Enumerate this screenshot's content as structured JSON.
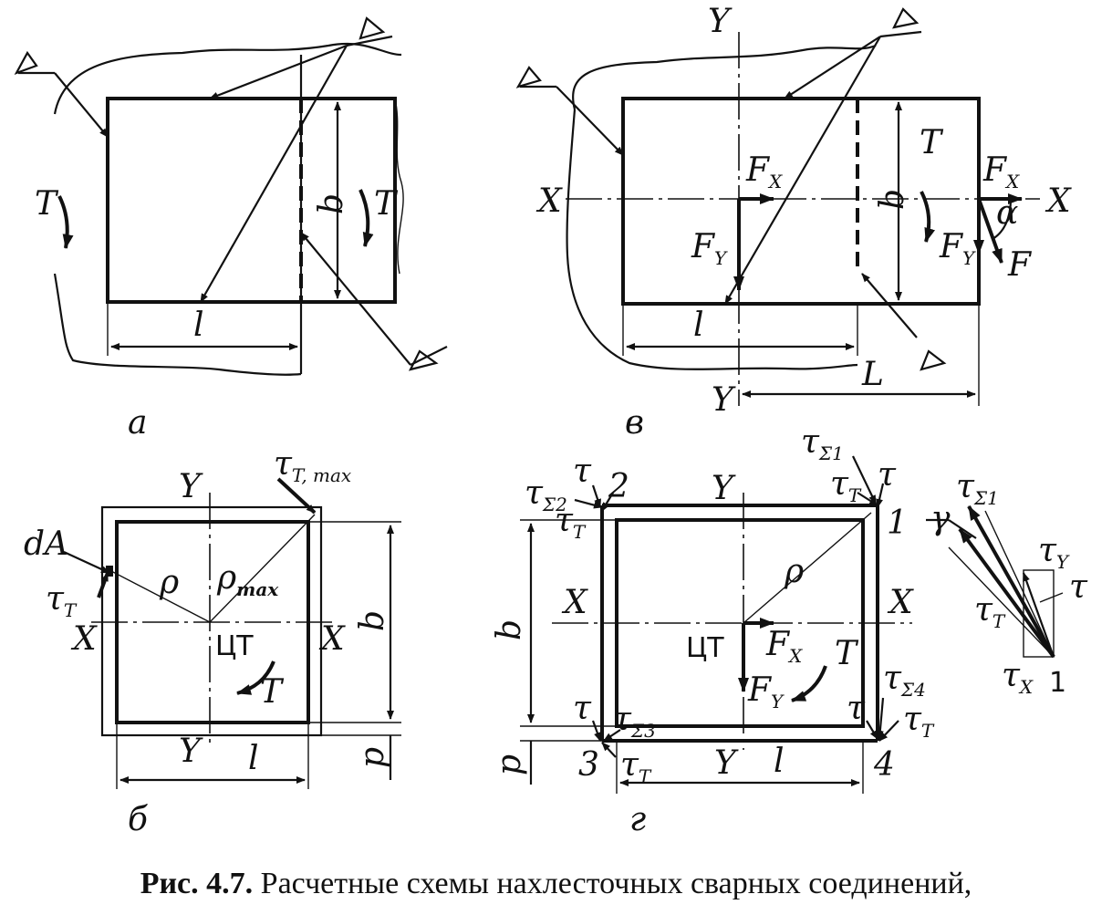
{
  "panels": {
    "a": {
      "letter": "а",
      "T_left": "T",
      "T_right": "T",
      "b": "b",
      "l": "l"
    },
    "v": {
      "letter": "в",
      "Y_top": "Y",
      "Y_bottom": "Y",
      "X_left": "X",
      "X_right": "X",
      "T": "T",
      "b": "b",
      "l": "l",
      "L": "L",
      "FX_1": "F",
      "FX_1_sub": "X",
      "FY_1": "F",
      "FY_1_sub": "Y",
      "FX_2": "F",
      "FX_2_sub": "X",
      "FY_2": "F",
      "FY_2_sub": "Y",
      "F": "F",
      "alpha": "α"
    },
    "b": {
      "letter": "б",
      "Y_top": "Y",
      "Y_bottom": "Y",
      "X_left": "X",
      "X_right": "X",
      "dA": "dA",
      "tauT": "τ",
      "tauT_sub": "T",
      "rho": "ρ",
      "rho_max": "ρ",
      "rho_max_sub": "max",
      "tau_max": "τ",
      "tau_max_sub": "T, max",
      "CT": "ЦТ",
      "T": "T",
      "b": "b",
      "l": "l",
      "p": "p"
    },
    "g": {
      "letter": "г",
      "Y_top": "Y",
      "Y_bottom": "Y",
      "X_left": "X",
      "X_right": "X",
      "CT": "ЦТ",
      "FX": "F",
      "FX_sub": "X",
      "FY": "F",
      "FY_sub": "Y",
      "T": "T",
      "rho": "ρ",
      "b": "b",
      "l": "l",
      "p": "p",
      "n1": "1",
      "n2": "2",
      "n3": "3",
      "n4": "4",
      "tau": "τ",
      "tauS1_sub": "Σ1",
      "tauS2_sub": "Σ2",
      "tauS3_sub": "Σ3",
      "tauS4_sub": "Σ4",
      "tauT_sub": "T",
      "vec_gamma": "γ",
      "vec_tauS1_sub": "Σ1",
      "vec_tauY_sub": "Y",
      "vec_tauT_sub": "T",
      "vec_tauX_sub": "X",
      "vec_1": "1"
    }
  },
  "caption": {
    "prefix": "Рис. 4.7.",
    "text": "Расчетные схемы нахлесточных сварных соединений,"
  }
}
